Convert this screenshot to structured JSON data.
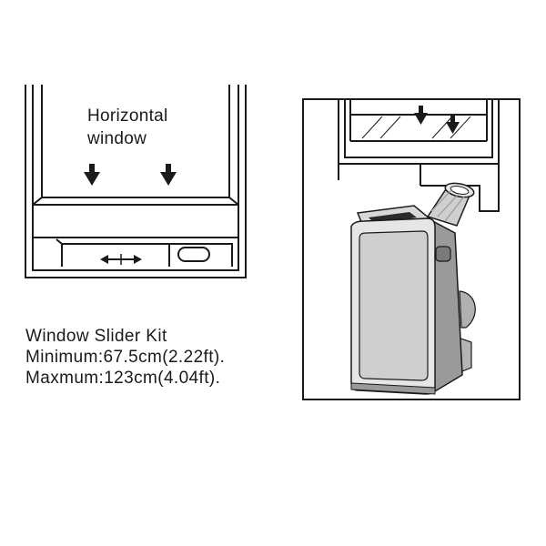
{
  "left_panel": {
    "label_line1": "Horizontal",
    "label_line2": "window"
  },
  "caption": {
    "title": "Window Slider Kit",
    "minimum": "Minimum:67.5cm(2.22ft).",
    "maximum": "Maxmum:123cm(4.04ft)."
  },
  "colors": {
    "line": "#1a1a1a",
    "body_light": "#e6e6e6",
    "body_mid": "#cfcfcf",
    "body_dark": "#9a9a9a"
  }
}
